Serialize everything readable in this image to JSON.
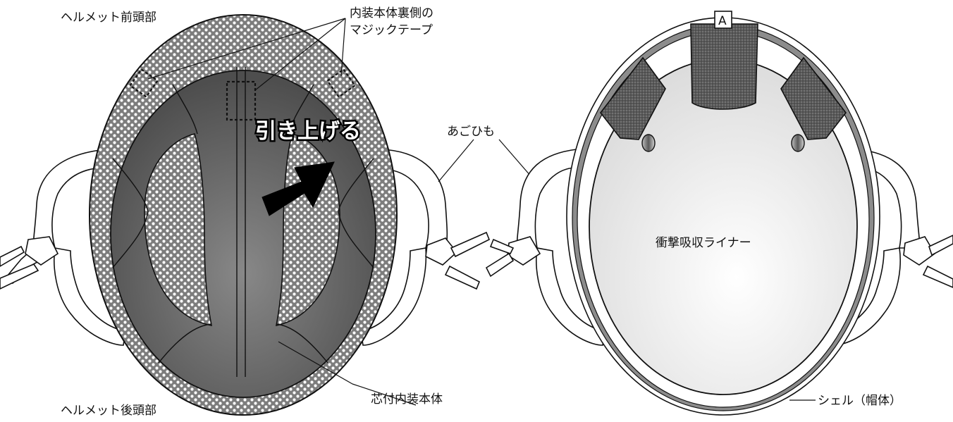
{
  "left_figure": {
    "label_front": "ヘルメット前頭部",
    "label_back": "ヘルメット後頭部",
    "label_velcro_line1": "内装本体裏側の",
    "label_velcro_line2": "マジックテープ",
    "label_pull_up": "引き上げる",
    "label_chin_strap": "あごひも",
    "label_core_inner": "芯付内装本体"
  },
  "right_figure": {
    "label_marker": "A",
    "label_liner": "衝撃吸収ライナー",
    "label_shell": "シェル（帽体）"
  },
  "colors": {
    "inner_dark": "#555555",
    "inner_mid": "#7a7a7a",
    "dot_fabric": "#7d7d7d",
    "pad_dark": "#595959",
    "liner_light": "#f2f2f2",
    "shell_band": "#8c8c8c"
  }
}
